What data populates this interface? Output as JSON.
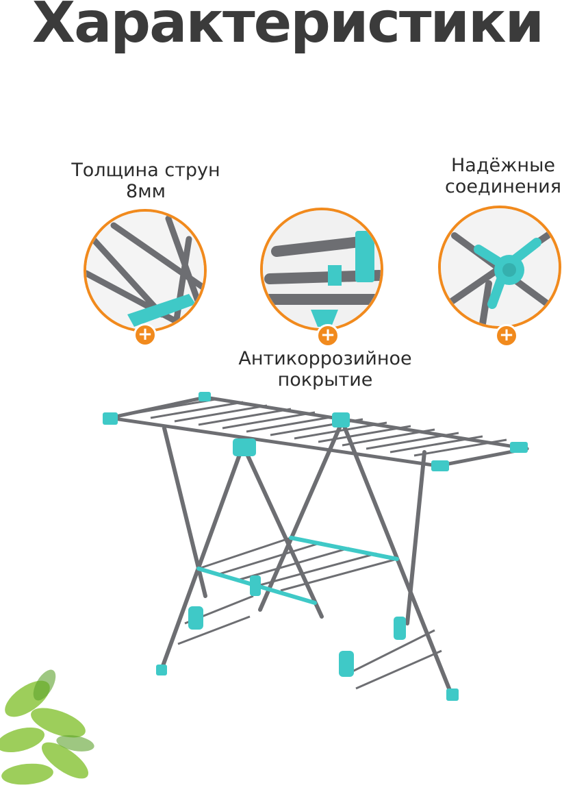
{
  "page": {
    "title": "Характеристики"
  },
  "features": [
    {
      "line1": "Толщина струн",
      "line2": "8мм",
      "icon": "rod-closeup"
    },
    {
      "line1": "Антикоррозийное",
      "line2": "покрытие",
      "icon": "coating-closeup"
    },
    {
      "line1": "Надёжные",
      "line2": "соединения",
      "icon": "joint-closeup"
    }
  ],
  "badge": {
    "symbol": "+"
  },
  "colors": {
    "accent": "#f18a1d",
    "frame": "#6d6e72",
    "plastic": "#3fc9c7",
    "title": "#3b3b3b"
  }
}
